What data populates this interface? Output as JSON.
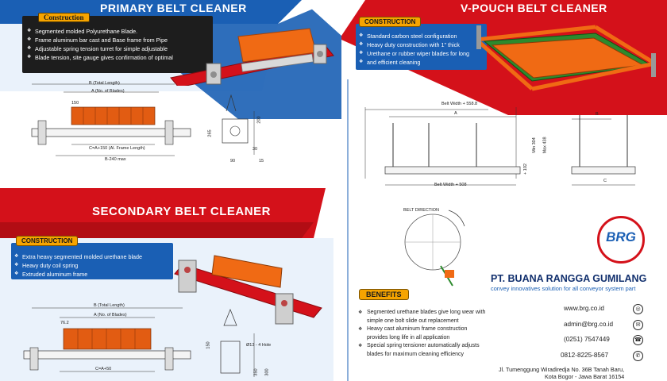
{
  "primary": {
    "title": "PRIMARY BELT CLEANER",
    "construction_label": "Construction",
    "bullets": [
      "Segmented molded Polyurethane Blade.",
      "Frame aluminum bar cast and Base frame from Pipe",
      "Adjustable spring tension turret for simple adjustable",
      "Blade tension, site gauge gives confirmation of optimal"
    ],
    "dims": {
      "total_length": "B (Total Length)",
      "no_blades": "A (No. of Blades)",
      "d1": "150",
      "frame_length": "C=A+150 (Al. Frame Length)",
      "max": "B-240 max",
      "d2": "265",
      "d3": "200",
      "d4": "90",
      "d5": "30",
      "d6": "15"
    }
  },
  "vpouch": {
    "title": "V-POUCH BELT CLEANER",
    "construction_label": "CONSTRUCTION",
    "bullets": [
      "Standard carbon steel configuration",
      "Heavy duty construction with 1\" thick",
      "Urethane or rubber wiper blades for long",
      "and efficient cleaning"
    ],
    "dims": {
      "width_top": "Belt Width + 558.8",
      "a": "A",
      "b": "B",
      "c": "C",
      "width_bottom": "Belt Width + 508",
      "side1": "Min 304",
      "side2": "Max 438",
      "side3": "+ 102"
    }
  },
  "secondary": {
    "title": "SECONDARY BELT CLEANER",
    "construction_label": "CONSTRUCTION",
    "bullets": [
      "Extra heavy segmented molded urethane blade",
      "Heavy duty coil spring",
      "Extruded aluminum frame"
    ],
    "dims": {
      "total_length": "B (Total Length)",
      "no_blades": "A (No. of Blades)",
      "d1": "76.2",
      "frame": "C=A+50",
      "hole": "Ø13 - 4 Hole",
      "d2": "150",
      "d3": "350",
      "d4": "300"
    }
  },
  "belt_direction": "BELT DIRECTION",
  "company": {
    "logo": "BRG",
    "name": "PT. BUANA RANGGA GUMILANG",
    "tagline": "convey innovatives solution for all conveyor system part"
  },
  "benefits": {
    "label": "BENEFITS",
    "items": [
      "Segmented urethane blades give long wear with simple one bolt slide out replacement",
      "Heavy cast aluminum frame construction provides long life in all application",
      "Special spring tensioner automatically adjusts blades for maximum cleaning efficiency"
    ]
  },
  "contacts": {
    "web": "www.brg.co.id",
    "email": "admin@brg.co.id",
    "phone": "(0251) 7547449",
    "mobile": "0812-8225-8567",
    "address1": "Jl. Tumenggung Wiradiredja No. 36B Tanah Baru,",
    "address2": "Kota Bogor - Jawa Barat 16154"
  },
  "colors": {
    "red": "#d4111a",
    "blue": "#1a5fb4",
    "orange": "#f6a400",
    "dark_blue": "#12306e"
  }
}
